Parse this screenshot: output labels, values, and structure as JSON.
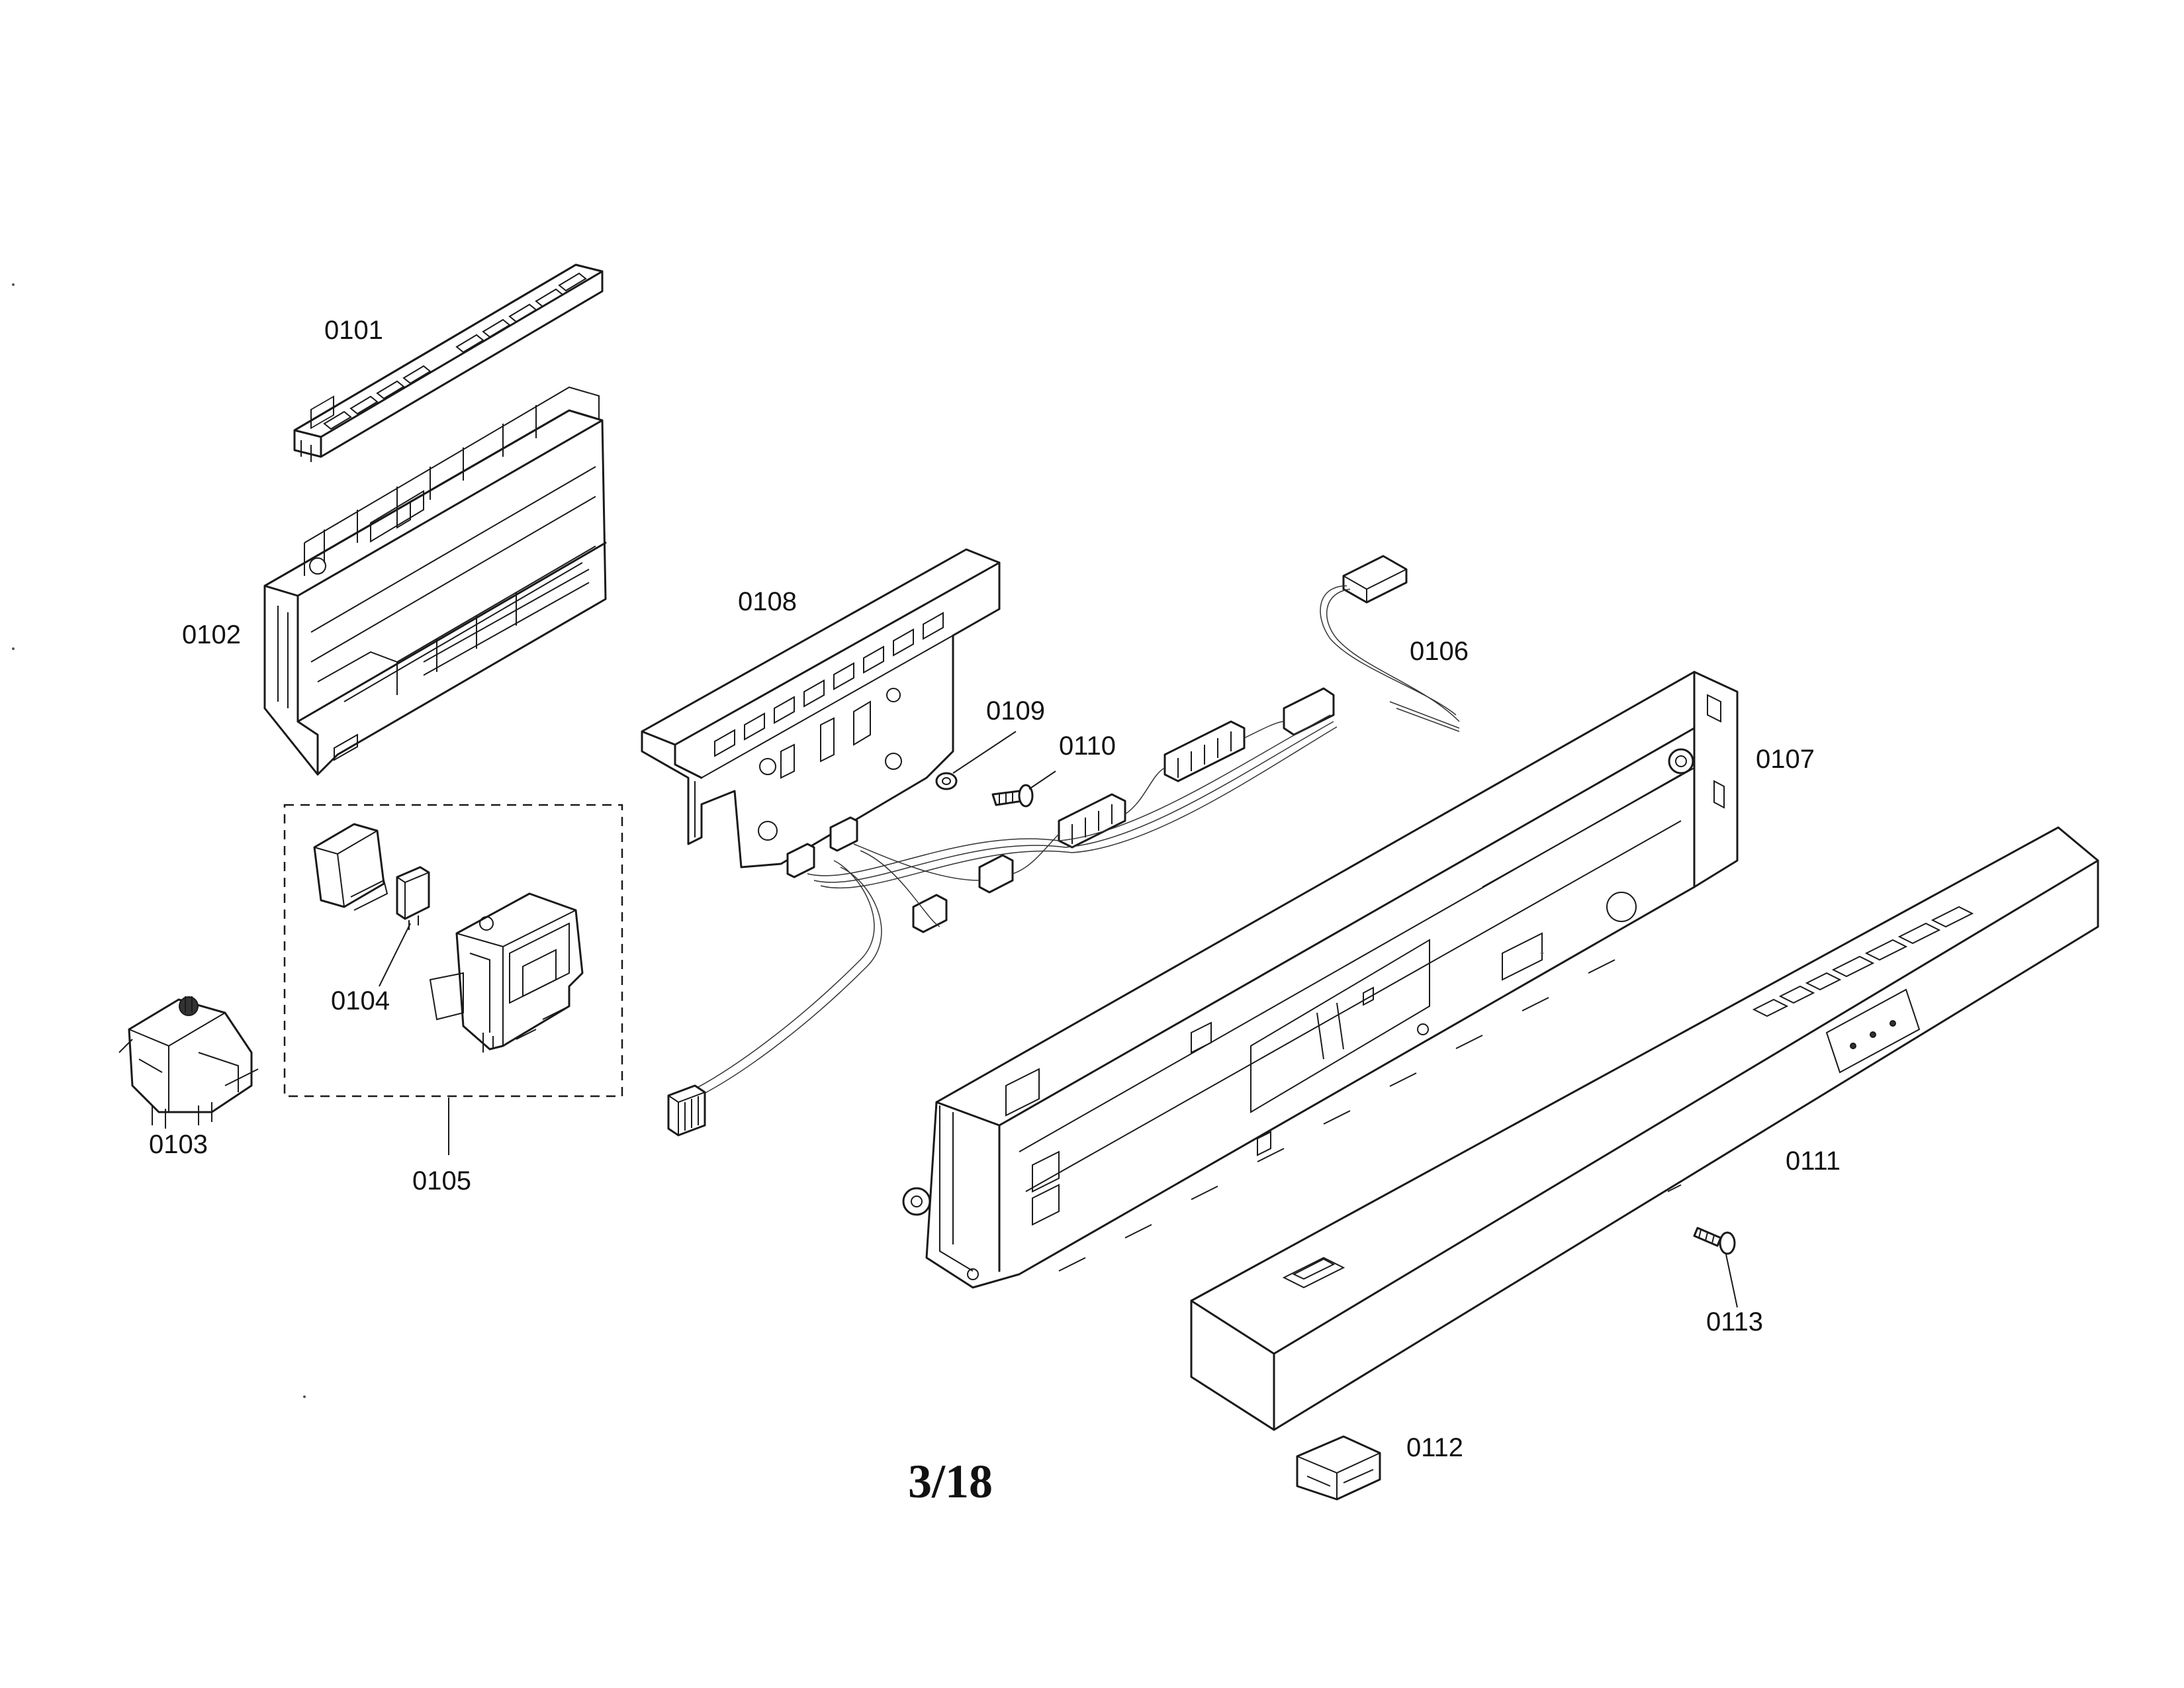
{
  "labels": {
    "p0101": "0101",
    "p0102": "0102",
    "p0103": "0103",
    "p0104": "0104",
    "p0105": "0105",
    "p0106": "0106",
    "p0107": "0107",
    "p0108": "0108",
    "p0109": "0109",
    "p0110": "0110",
    "p0111": "0111",
    "p0112": "0112",
    "p0113": "0113"
  },
  "page_number": "3/18"
}
